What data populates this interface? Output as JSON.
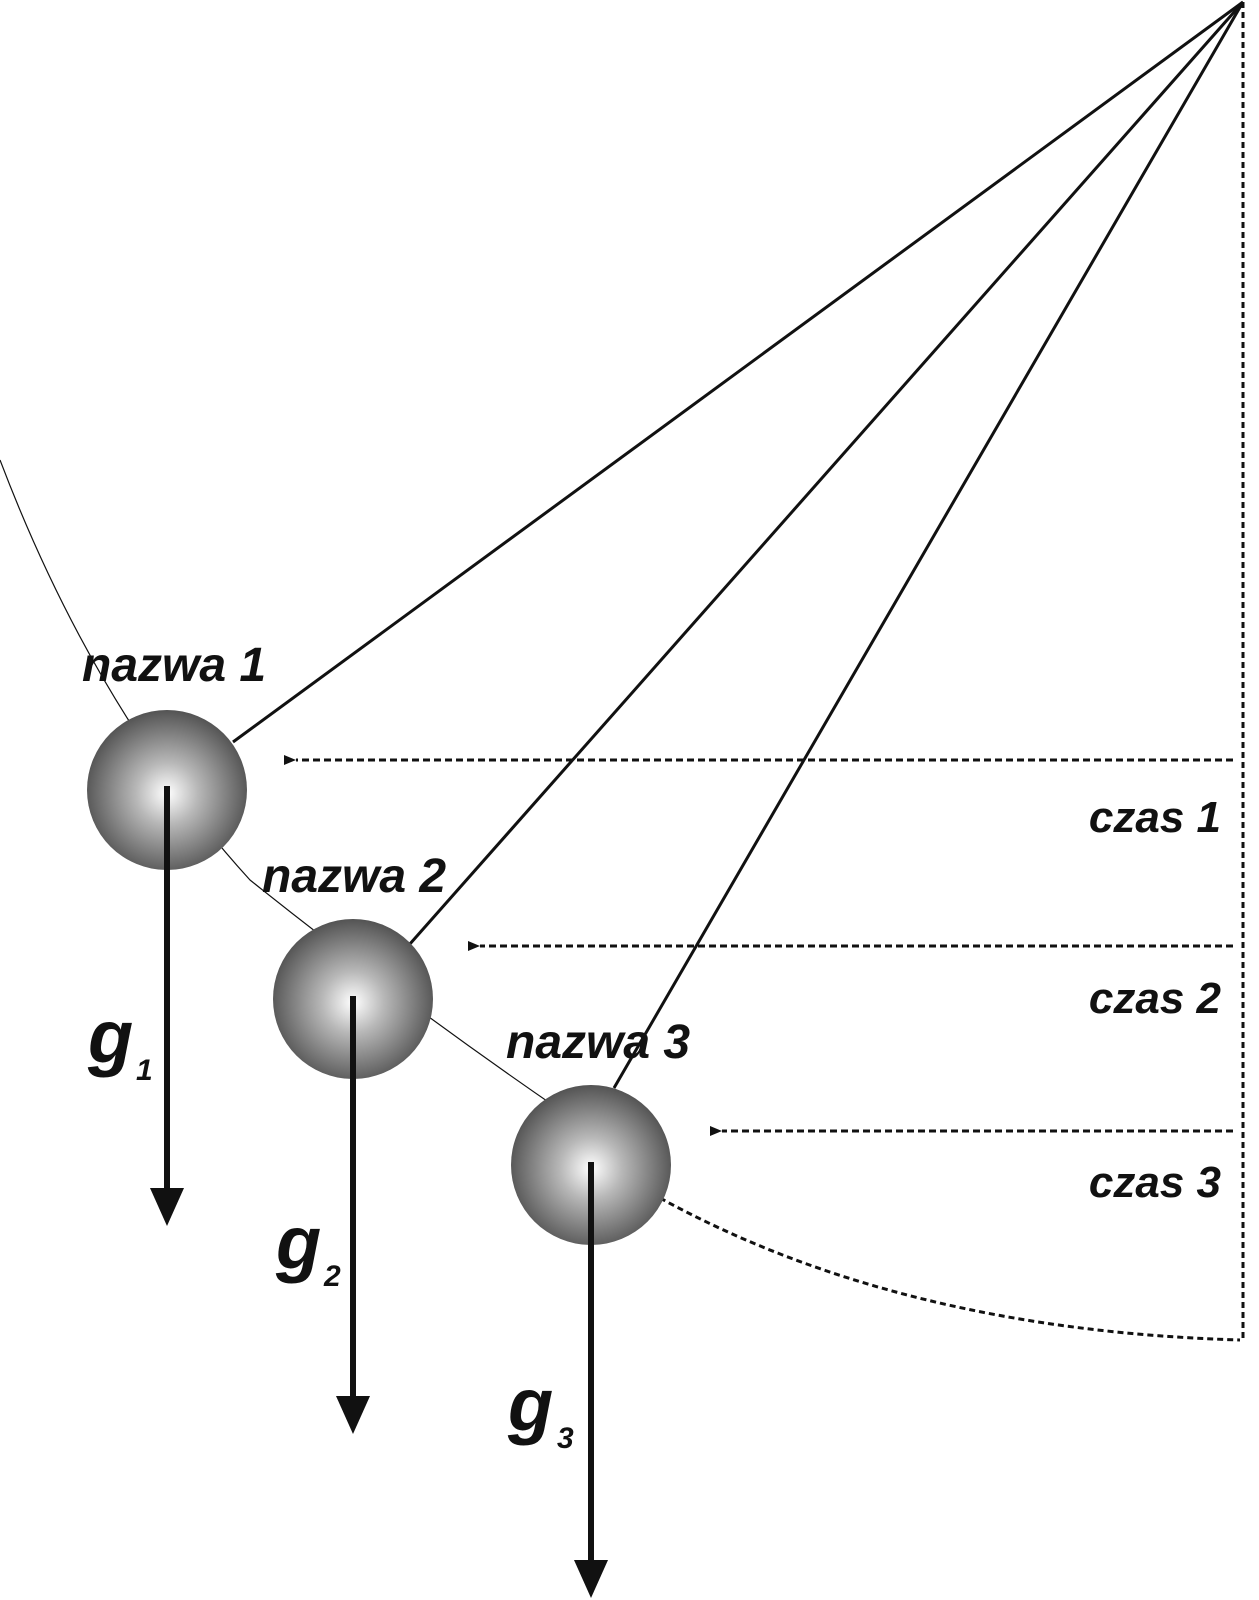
{
  "colors": {
    "ink": "#111111",
    "ball_highlight": "#ffffff",
    "ball_shadow": "#555555"
  },
  "balls": [
    {
      "name": "nazwa 1",
      "time": "czas 1",
      "g_symbol": "g",
      "g_index": "1"
    },
    {
      "name": "nazwa 2",
      "time": "czas 2",
      "g_symbol": "g",
      "g_index": "2"
    },
    {
      "name": "nazwa 3",
      "time": "czas 3",
      "g_symbol": "g",
      "g_index": "3"
    }
  ]
}
